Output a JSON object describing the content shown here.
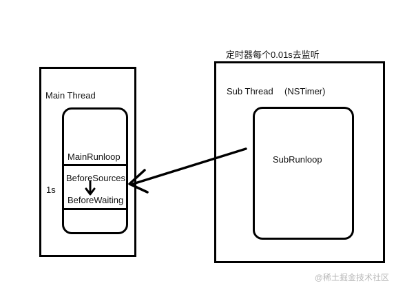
{
  "annotations": {
    "timer_note": "定时器每个0.01s去监听",
    "one_second": "1s"
  },
  "main_thread": {
    "title": "Main Thread",
    "runloop_label": "MainRunloop",
    "before_sources": "BeforeSources",
    "before_waiting": "BeforeWaiting"
  },
  "sub_thread": {
    "title": "Sub Thread",
    "timer_label": "(NSTimer)",
    "runloop_label": "SubRunloop"
  },
  "watermark": "@稀土掘金技术社区"
}
